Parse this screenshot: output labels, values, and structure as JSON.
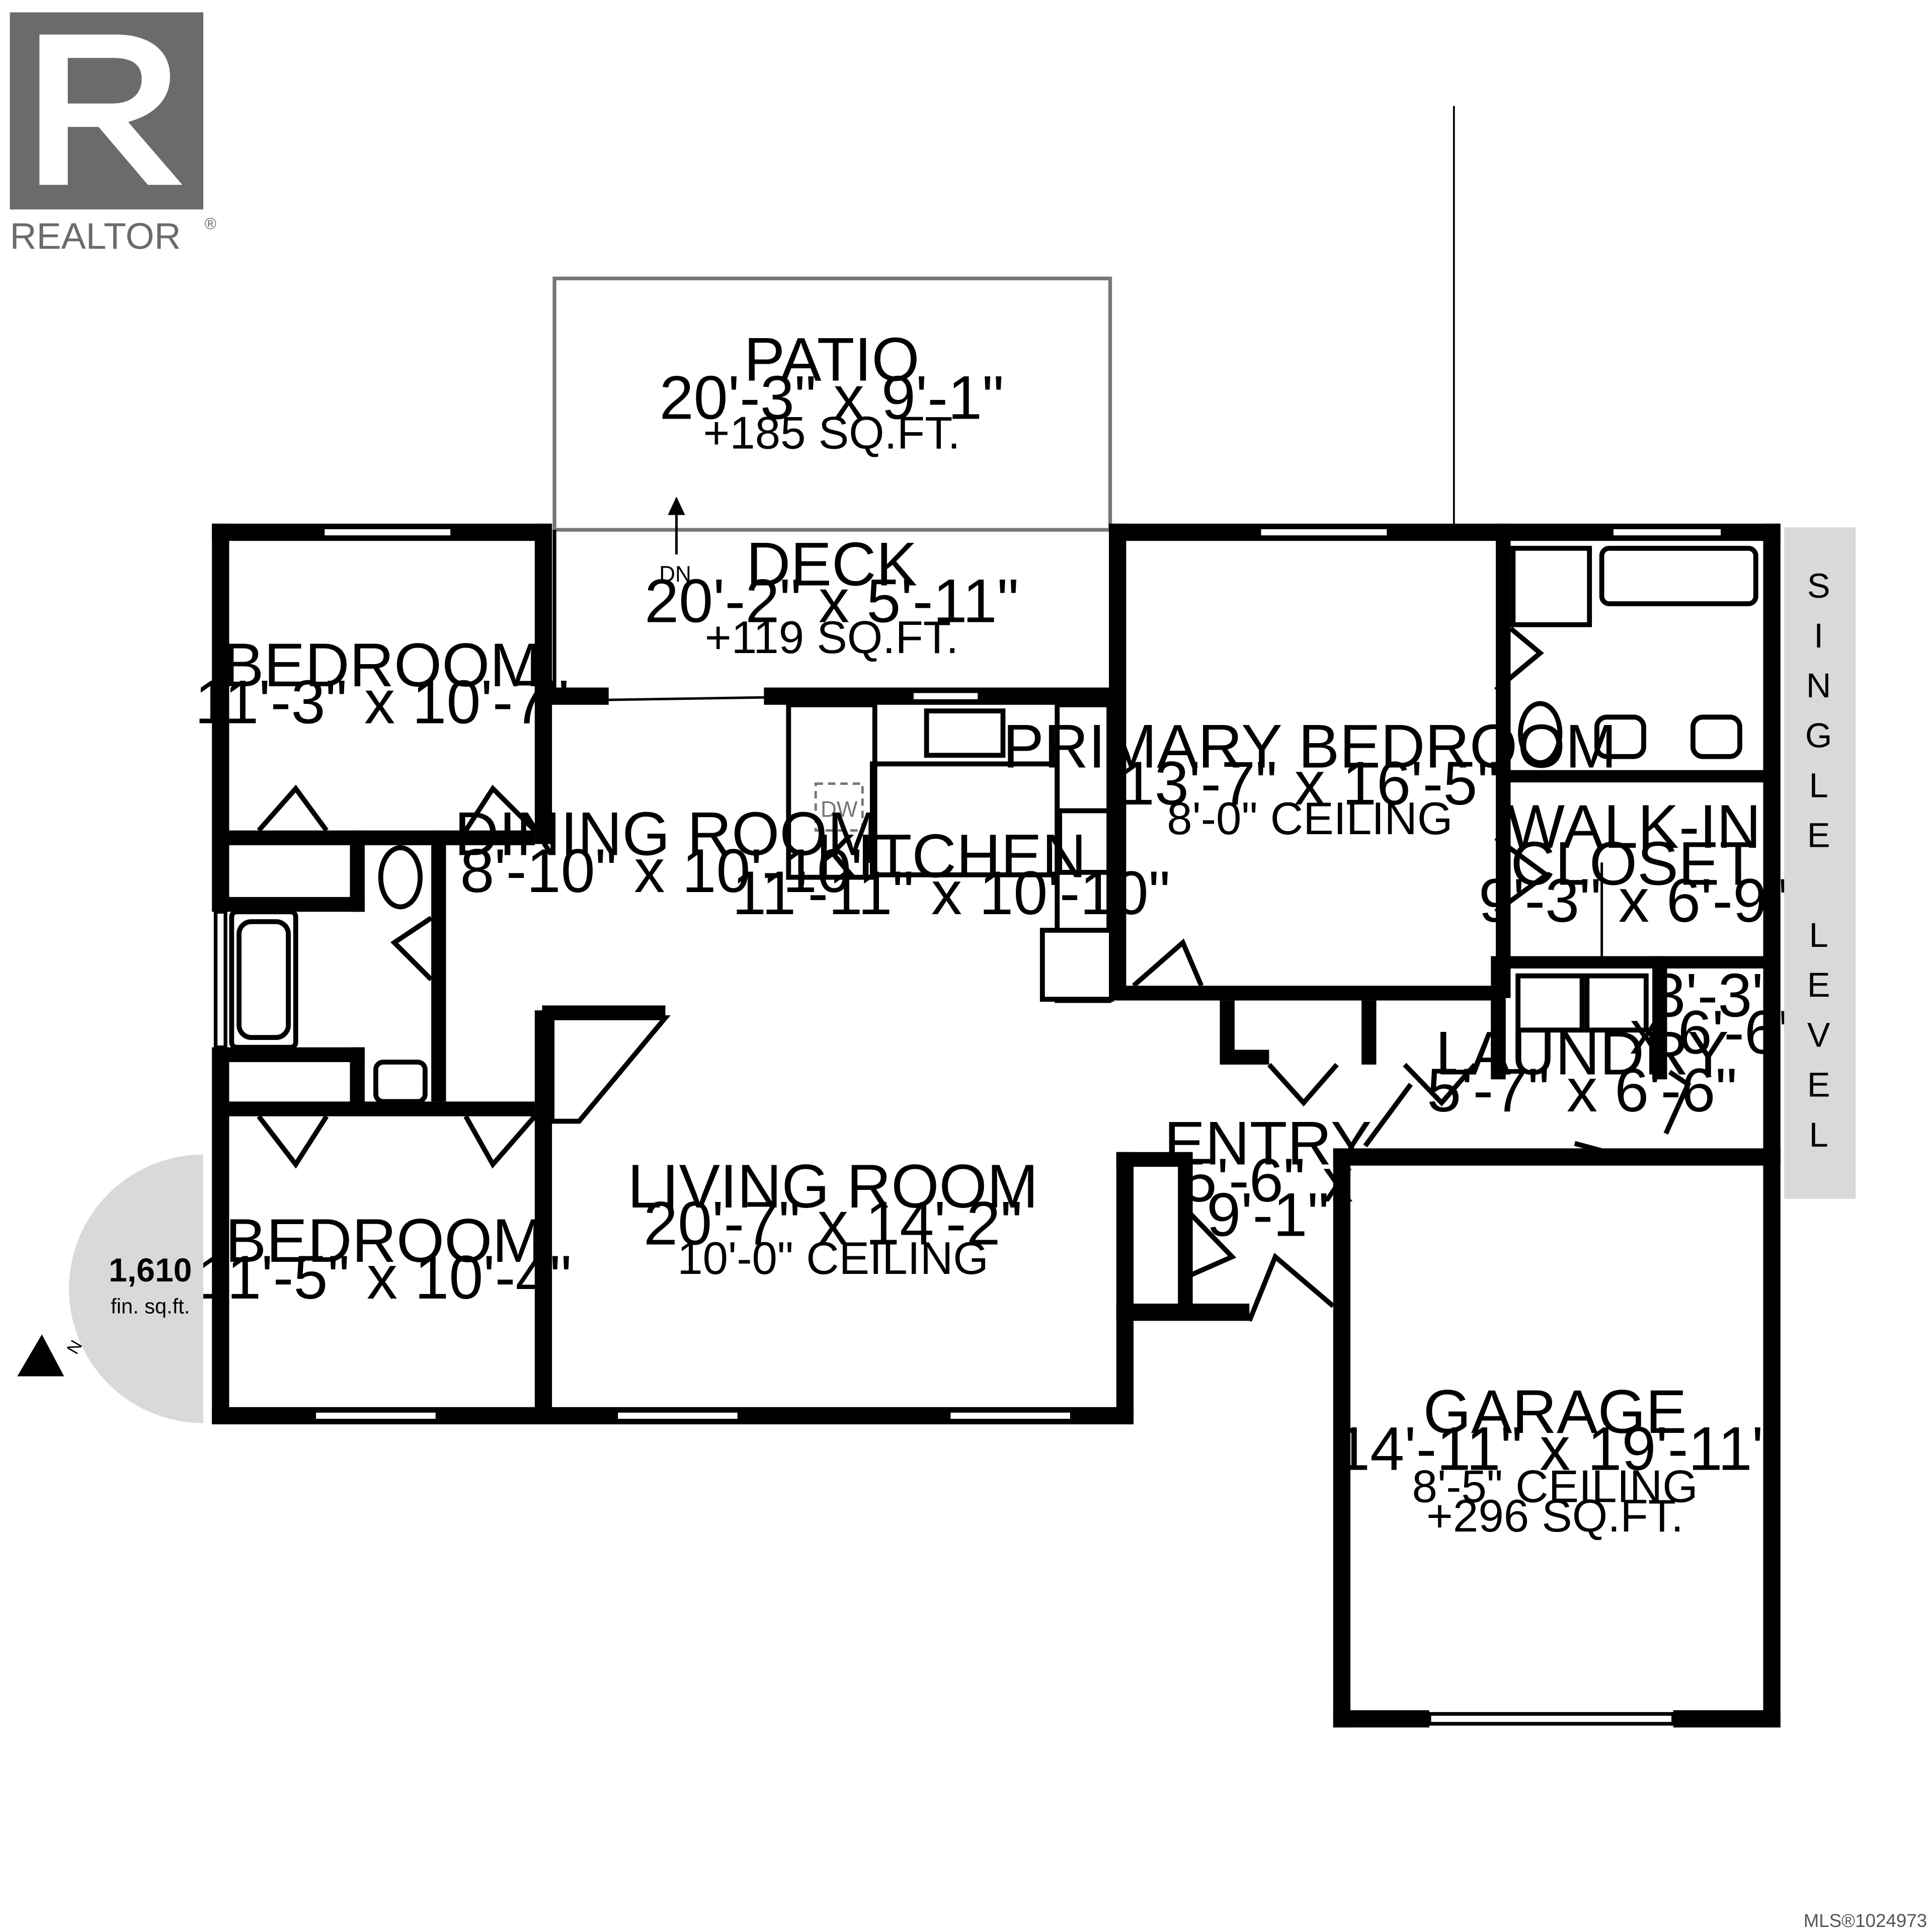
{
  "logo": {
    "text": "REALTOR",
    "mark": "®"
  },
  "rooms": {
    "patio": {
      "name": "PATIO",
      "dims": "20'-3\" x 9'-1\"",
      "extra": "+185 SQ.FT."
    },
    "deck": {
      "name": "DECK",
      "dims": "20'-2\" x 5'-11\"",
      "extra": "+119 SQ.FT."
    },
    "bedroom1": {
      "name": "BEDROOM",
      "dims": "11'-3\" x 10'-7\""
    },
    "dining": {
      "name": "DINING ROOM",
      "dims": "8'-10\" x 10'-10\""
    },
    "kitchen": {
      "name": "KITCHEN",
      "dims": "11'-11\" x 10'-10\"",
      "dw": "DW"
    },
    "primary": {
      "name": "PRIMARY BEDROOM",
      "dims": "13'-7\" x 16'-5\"",
      "ceiling": "8'-0\" CEILING"
    },
    "walkin": {
      "name_line1": "WALK-IN",
      "name_line2": "CLOSET",
      "dims": "9'-3\" x 6'-9\""
    },
    "closet_small": {
      "line1": "3'-3\"",
      "line2": "x 6'-6\""
    },
    "laundry": {
      "name": "LAUNDRY",
      "dims": "5'-7\" x 6'-6\""
    },
    "entry": {
      "name": "ENTRY",
      "dims_line1": "5'-6\" x",
      "dims_line2": "9'-1\""
    },
    "living": {
      "name": "LIVING ROOM",
      "dims": "20'-7\" x 14'-2\"",
      "ceiling": "10'-0\" CEILING"
    },
    "bedroom2": {
      "name": "BEDROOM",
      "dims": "11'-5\" x 10'-4\""
    },
    "garage": {
      "name": "GARAGE",
      "dims": "14'-11\" x 19'-11\"",
      "ceiling": "8'-5\" CEILING",
      "extra": "+296 SQ.FT."
    }
  },
  "stairs": {
    "label": "DN"
  },
  "area_badge": {
    "value": "1,610",
    "unit": "fin. sq.ft."
  },
  "compass": {
    "label": "N"
  },
  "level_banner": {
    "letters": [
      "S",
      "I",
      "N",
      "G",
      "L",
      "E",
      "",
      "L",
      "E",
      "V",
      "E",
      "L"
    ]
  },
  "footer": {
    "mls": "MLS®1024973"
  },
  "colors": {
    "wall": "#000000",
    "badge": "#d9d9d9",
    "background": "#ffffff"
  }
}
